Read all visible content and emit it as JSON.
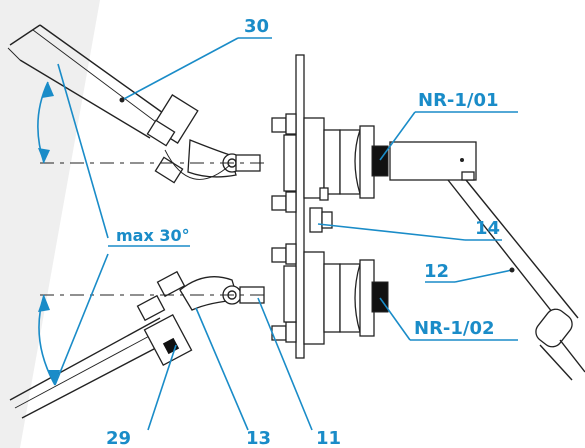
{
  "labels": {
    "l30": "30",
    "nr101": "NR-1/01",
    "angle": "max  30°",
    "l14": "14",
    "l12": "12",
    "nr102": "NR-1/02",
    "l29": "29",
    "l13": "13",
    "l11": "11"
  },
  "colors": {
    "accent": "#1a8cc8",
    "line": "#222222",
    "shadow": "#efefef"
  }
}
